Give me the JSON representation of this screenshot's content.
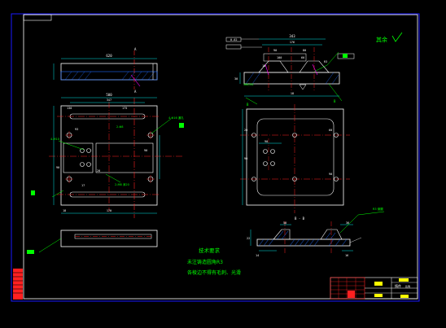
{
  "colors": {
    "background": "#000000",
    "frame": "#1a1aff",
    "outline": "#ffffff",
    "centerline": "#ff2020",
    "dimension": "#00e5e5",
    "hatch": "#1e6bff",
    "note": "#00ff00",
    "mark": "#ffff00",
    "highlight": "#ff00ff"
  },
  "notes": {
    "line1": "技术要求",
    "line2": "未注铸造圆角R3",
    "line3": "各棱边不得有毛刺、光滑"
  },
  "roughness": {
    "label": "其余"
  },
  "section": {
    "label": "B - B"
  },
  "left_top_view": {
    "overall": "620",
    "a1": "A",
    "a2": "A"
  },
  "left_plan_view": {
    "overall": "500",
    "inner": "347",
    "w1": "130",
    "w2": "175",
    "w3": "93",
    "h1": "90",
    "h2": "90",
    "h3": "17",
    "h4": "20",
    "b1": "170",
    "b2": "18",
    "callout_a": "4-Φ16 通孔",
    "callout_b": "2-Φ8",
    "callout_c": "4-M10",
    "callout_d": "2-M8 深20"
  },
  "right_front_view": {
    "overall": "343",
    "w1": "176",
    "w2": "90",
    "w3": "80",
    "w4": "100",
    "w5": "60",
    "h1": "30",
    "h2": "10",
    "c1": "R3",
    "c2": "18",
    "c3": "0.02",
    "c4": "300/82",
    "c5": "B",
    "c6": "B"
  },
  "right_plan_view": {
    "h1": "20",
    "h2": "90",
    "w1": "90",
    "w2": "60",
    "w3": "90"
  },
  "section_view": {
    "w1": "50",
    "w2": "36",
    "h1": "14",
    "h2": "16",
    "h3": "22",
    "callout": "R3 倒圆"
  },
  "title_block": {
    "text": "铸件",
    "note": "比例"
  }
}
